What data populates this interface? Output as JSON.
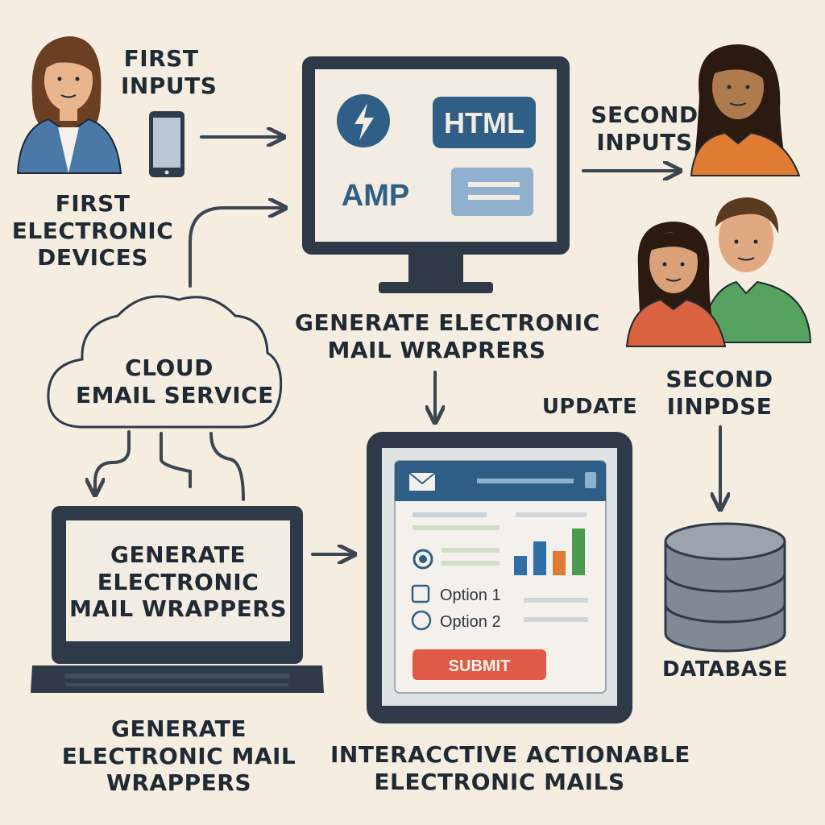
{
  "colors": {
    "background": "#f5ede0",
    "dark_frame": "#2e3a48",
    "accent_blue": "#2f5f86",
    "screen_light": "#f3ece2",
    "submit_orange": "#e05a45",
    "bar_green": "#4b9a4e",
    "bar_orange": "#de7a32",
    "bar_blue": "#2f6fa8",
    "database_gray": "#7f8a94"
  },
  "labels": {
    "first_inputs": [
      "FIRST",
      "INPUTS"
    ],
    "first_devices": [
      "FIRST",
      "ELECTRONIC",
      "DEVICES"
    ],
    "second_inputs": [
      "SECOND",
      "INPUTS"
    ],
    "cloud": [
      "CLOUD",
      "EMAIL SERVICE"
    ],
    "monitor_caption": [
      "GENERATE ELECTRONIC",
      "MAIL WRAPRERS"
    ],
    "update": "UPDATE",
    "second_inpdse": [
      "SECOND",
      "IINPDSE"
    ],
    "laptop_screen": [
      "GENERATE",
      "ELECTRONIC",
      "MAIL WRAPPERS"
    ],
    "laptop_caption": [
      "GENERATE",
      "ELECTRONIC MAIL",
      "WRAPPERS"
    ],
    "tablet_caption": [
      "INTERACCTIVE ACTIONABLE",
      "ELECTRONIC MAILS"
    ],
    "database": "DATABASE"
  },
  "monitor_screen": {
    "html_badge": "HTML",
    "amp_text": "AMP",
    "icon": "lightning-bolt-icon"
  },
  "email_form": {
    "option1": "Option 1",
    "option2": "Option 2",
    "submit": "SUBMIT"
  }
}
